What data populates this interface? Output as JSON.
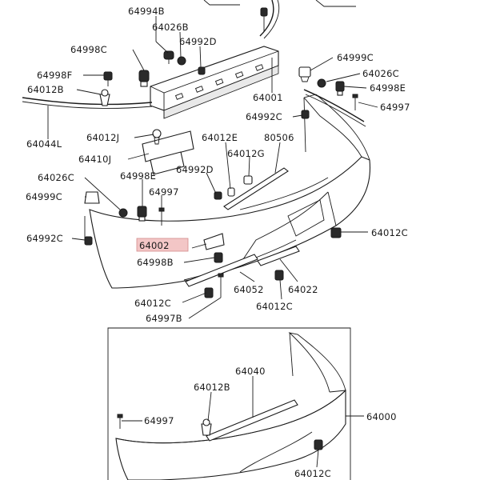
{
  "diagram": {
    "highlight_color": "#f3c6c6",
    "line_color": "#1a1a1a",
    "upper_assembly": {
      "labels": {
        "p_64994B": "64994B",
        "p_64026B": "64026B",
        "p_64992D_top": "64992D",
        "p_64998C": "64998C",
        "p_64998F": "64998F",
        "p_64012B_left": "64012B",
        "p_64044L": "64044L",
        "p_64001": "64001",
        "p_64999C_right": "64999C",
        "p_64026C_right": "64026C",
        "p_64998E_right": "64998E",
        "p_64997_right": "64997",
        "p_64992C_right": "64992C",
        "p_64012J": "64012J",
        "p_64410J": "64410J",
        "p_64012E": "64012E",
        "p_80506": "80506",
        "p_64012G": "64012G",
        "p_64992D_mid": "64992D",
        "p_64026C_left": "64026C",
        "p_64998E_left": "64998E",
        "p_64999C_left": "64999C",
        "p_64997_mid": "64997",
        "p_64992C_left": "64992C",
        "p_64002": "64002",
        "p_64998B": "64998B",
        "p_64012C_right": "64012C",
        "p_64052": "64052",
        "p_64022": "64022",
        "p_64012C_bottom": "64012C",
        "p_64012C_left": "64012C",
        "p_64997B": "64997B"
      }
    },
    "inset_assembly": {
      "labels": {
        "p_64040": "64040",
        "p_64012B": "64012B",
        "p_64000": "64000",
        "p_64997": "64997",
        "p_64012C": "64012C"
      }
    }
  }
}
